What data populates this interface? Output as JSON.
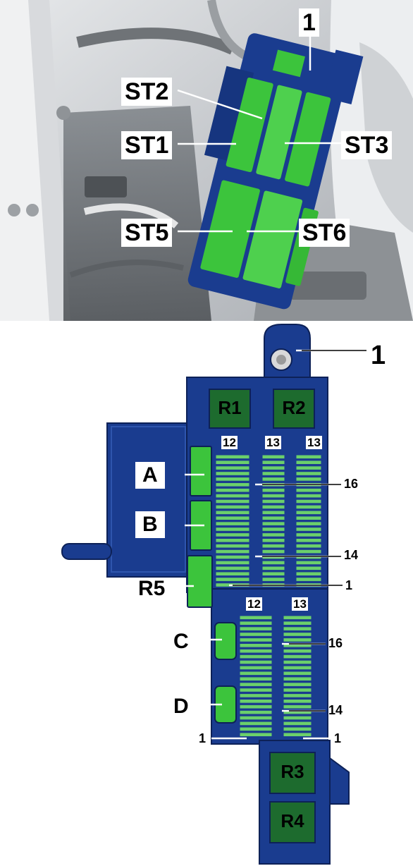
{
  "photo": {
    "labels": {
      "bracket": "1",
      "st1": "ST1",
      "st2": "ST2",
      "st3": "ST3",
      "st5": "ST5",
      "st6": "ST6"
    }
  },
  "diagram": {
    "bracket": "1",
    "relays": {
      "r1": "R1",
      "r2": "R2",
      "r3": "R3",
      "r4": "R4",
      "r5": "R5"
    },
    "fuses": {
      "a": "A",
      "b": "B",
      "c": "C",
      "d": "D"
    },
    "upper_columns": {
      "col1": "12",
      "col2": "13",
      "col3": "13"
    },
    "upper_rows": {
      "row16": "16",
      "row14": "14",
      "row1": "1"
    },
    "lower_columns": {
      "col1": "12",
      "col2": "13"
    },
    "lower_rows": {
      "row16": "16",
      "row14": "14",
      "row1_left": "1",
      "row1_right": "1"
    }
  },
  "colors": {
    "holder_blue": "#1a3c8f",
    "fuse_green": "#3cc43c",
    "relay_green": "#1d6b2e",
    "slot_green": "#6bd06b"
  }
}
